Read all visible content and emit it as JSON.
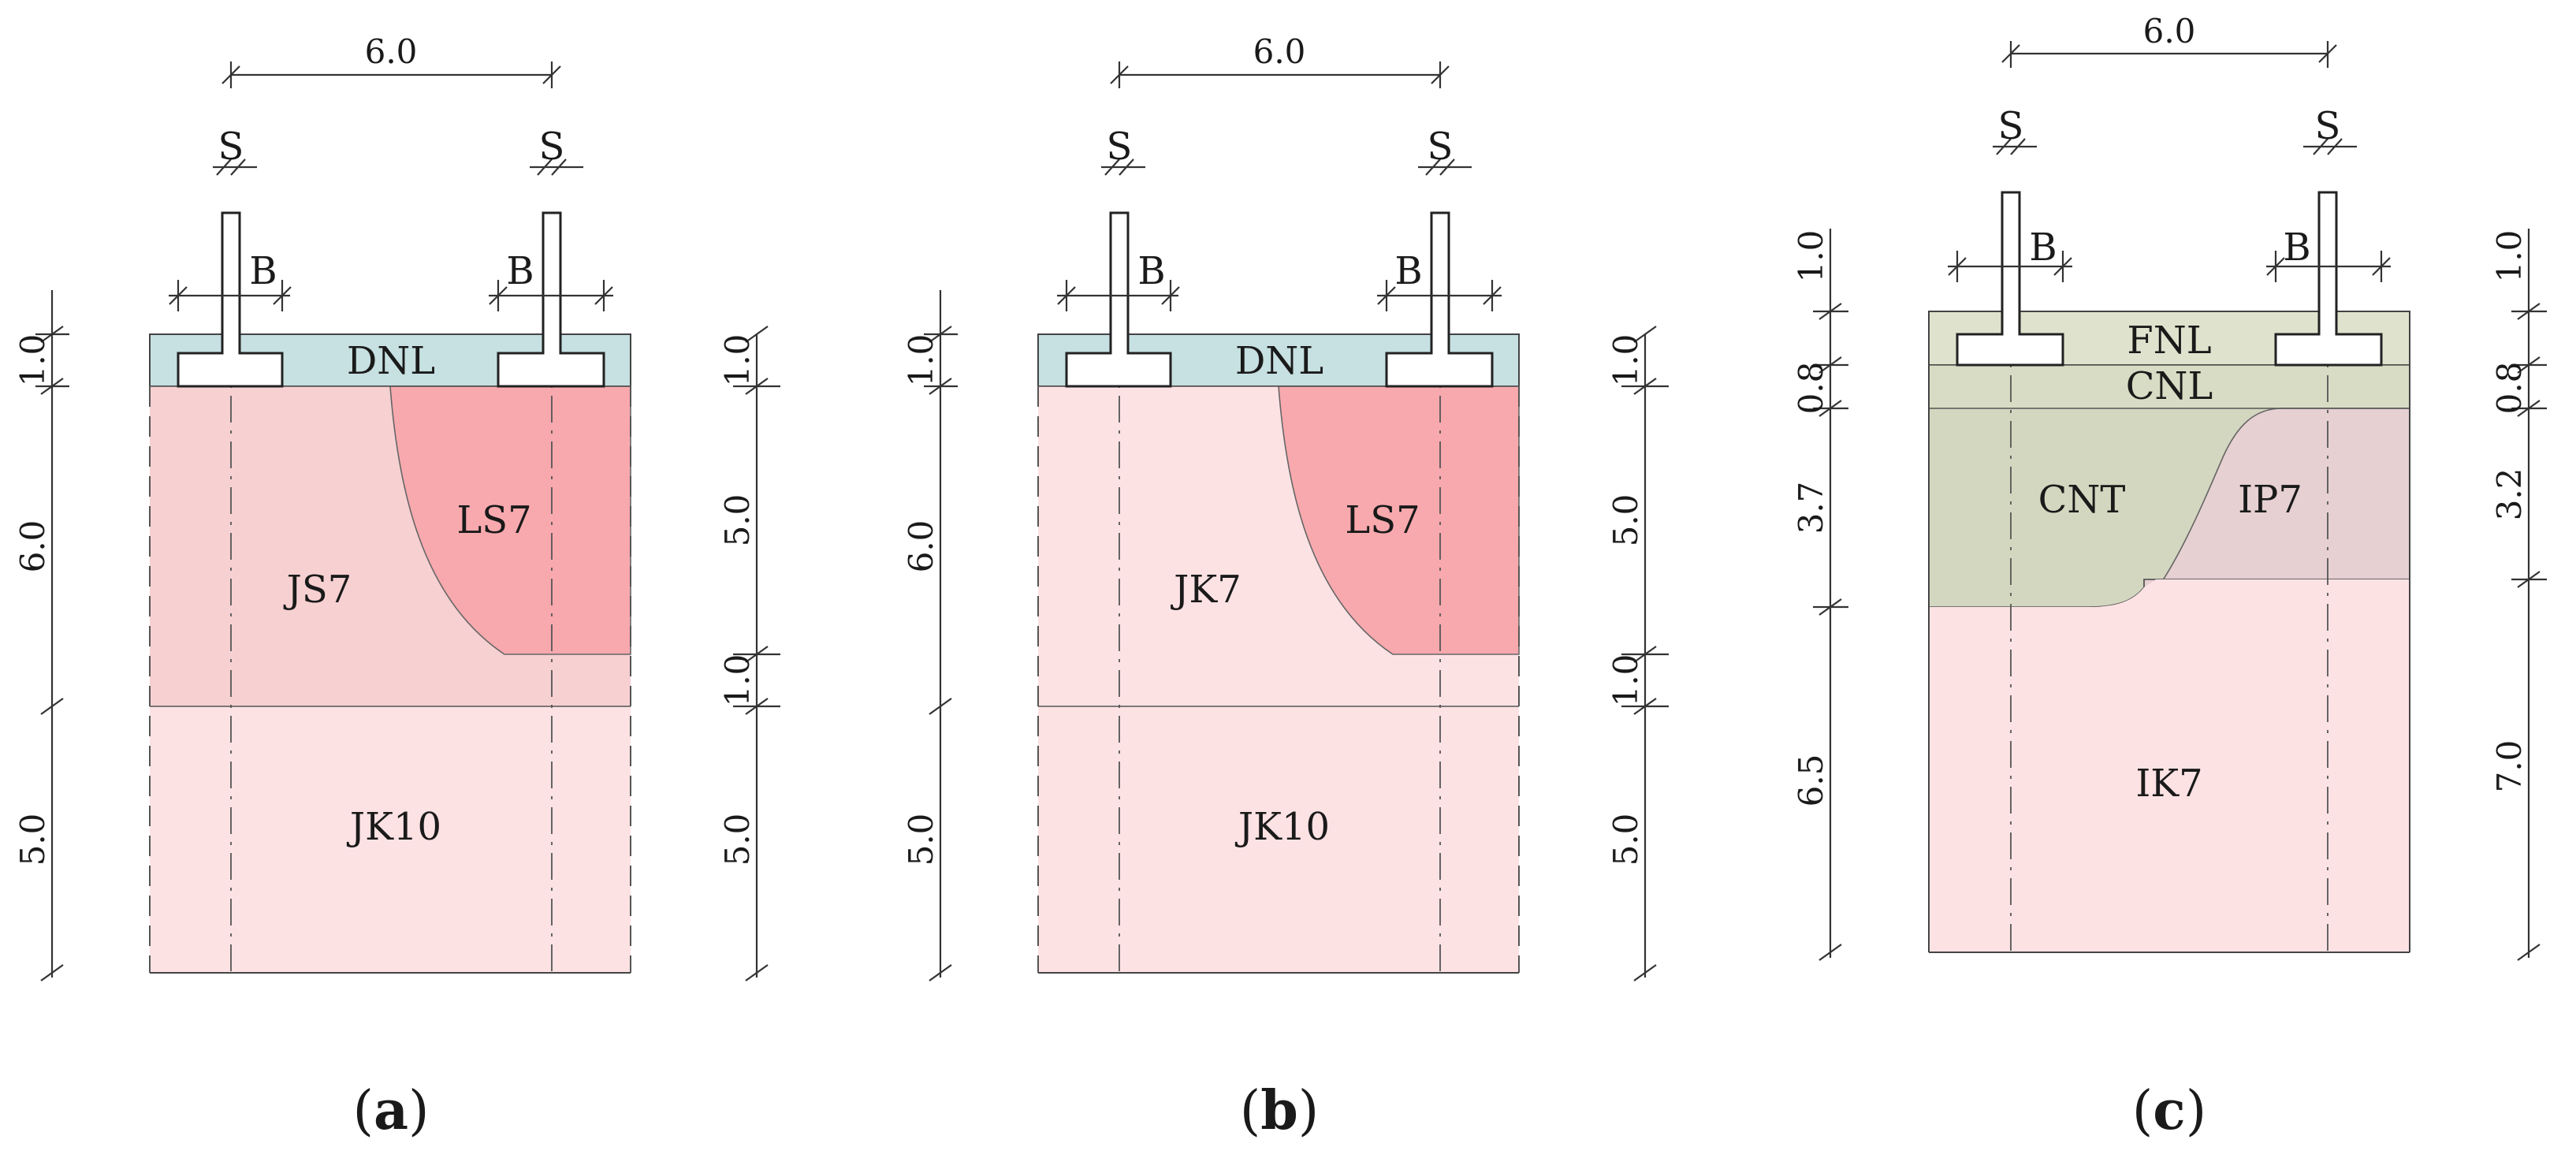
{
  "panels": {
    "a": {
      "caption": {
        "open": "(",
        "letter": "a",
        "close": ")"
      },
      "top_dim": "6.0",
      "s_left": "S",
      "s_right": "S",
      "b_left": "B",
      "b_right": "B",
      "layers": {
        "top": "DNL",
        "main": "JS7",
        "lens": "LS7",
        "bottom": "JK10"
      },
      "left_dims": [
        "1.0",
        "6.0",
        "5.0"
      ],
      "right_dims": [
        "1.0",
        "5.0",
        "1.0",
        "5.0"
      ],
      "colors": {
        "top": "#c7e0e2",
        "main": "#f7d0d2",
        "lens": "#f8a9ae",
        "bottom": "#fde2e4"
      }
    },
    "b": {
      "caption": {
        "open": "(",
        "letter": "b",
        "close": ")"
      },
      "top_dim": "6.0",
      "s_left": "S",
      "s_right": "S",
      "b_left": "B",
      "b_right": "B",
      "layers": {
        "top": "DNL",
        "main": "JK7",
        "lens": "LS7",
        "bottom": "JK10"
      },
      "left_dims": [
        "1.0",
        "6.0",
        "5.0"
      ],
      "right_dims": [
        "1.0",
        "5.0",
        "1.0",
        "5.0"
      ],
      "colors": {
        "top": "#c7e0e2",
        "main": "#fde2e4",
        "lens": "#f8a9ae",
        "bottom": "#fde2e4"
      }
    },
    "c": {
      "caption": {
        "open": "(",
        "letter": "c",
        "close": ")"
      },
      "top_dim": "6.0",
      "s_left": "S",
      "s_right": "S",
      "b_left": "B",
      "b_right": "B",
      "layers": {
        "fnl": "FNL",
        "cnl": "CNL",
        "cnt": "CNT",
        "ip7": "IP7",
        "ik7": "IK7"
      },
      "left_dims": [
        "1.0",
        "0.8",
        "3.7",
        "6.5"
      ],
      "right_dims": [
        "1.0",
        "0.8",
        "3.2",
        "7.0"
      ],
      "colors": {
        "fnl": "#dfe3cd",
        "cnl": "#d8dcc4",
        "cnt": "#d4d7c0",
        "ip7": "#e6d0d1",
        "ik7": "#fde2e4"
      }
    }
  }
}
